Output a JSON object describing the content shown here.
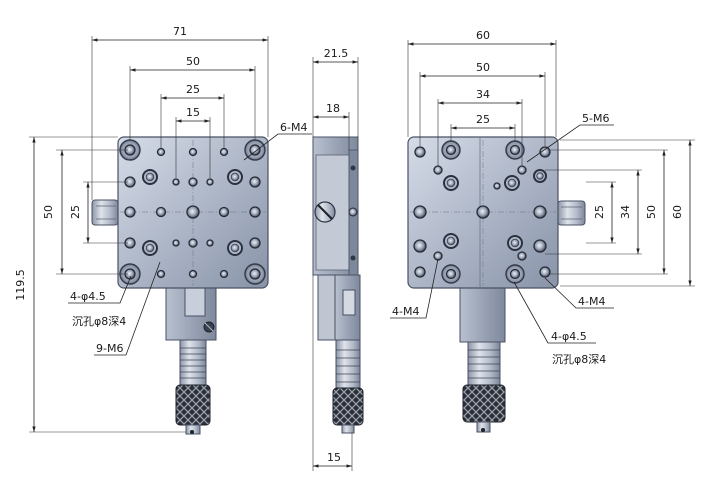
{
  "left_view": {
    "dim_total_width": "71",
    "dim_span_50": "50",
    "dim_span_25": "25",
    "dim_span_15": "15",
    "tapped_holes": "6-M4",
    "dim_vertical_50": "50",
    "dim_vertical_25": "25",
    "dim_total_length": "119.5",
    "through_holes": "4-φ4.5",
    "counterbore": "沉孔φ8深4",
    "mount_holes": "9-M6"
  },
  "side_view": {
    "dim_width": "21.5",
    "dim_plate": "18",
    "dim_micrometer": "15"
  },
  "right_view": {
    "dim_total_width": "60",
    "dim_span_50": "50",
    "dim_span_34": "34",
    "dim_span_25": "25",
    "tapped_holes_m6": "5-M6",
    "dim_vertical_60": "60",
    "dim_vertical_50": "50",
    "dim_vertical_34": "34",
    "dim_vertical_25": "25",
    "tapped_holes_left": "4-M4",
    "tapped_holes_right": "4-M4",
    "through_holes": "4-φ4.5",
    "counterbore": "沉孔φ8深4"
  },
  "colors": {
    "plate_light": "#d3dae6",
    "plate_dark": "#8a95aa",
    "knurl": "#2a2e36"
  }
}
